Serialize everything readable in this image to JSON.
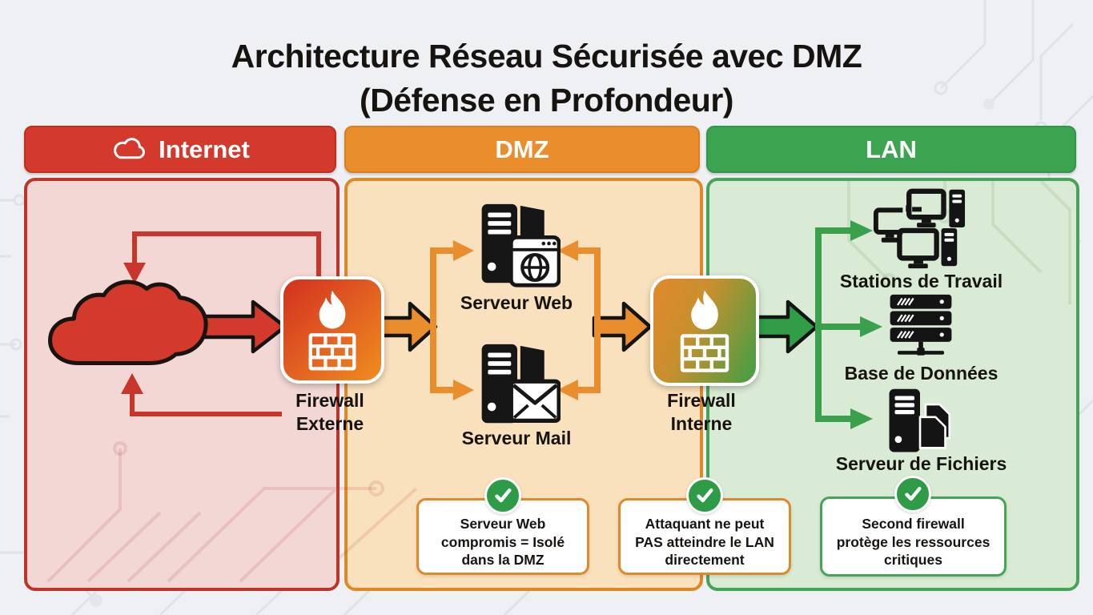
{
  "title": {
    "line1": "Architecture Réseau Sécurisée avec DMZ",
    "line2": "(Défense en Profondeur)"
  },
  "zones": {
    "internet": {
      "label": "Internet",
      "header_color": "#d43a2c",
      "fill": "#f2d7d4",
      "border": "#be3528"
    },
    "dmz": {
      "label": "DMZ",
      "header_color": "#e98d2d",
      "fill": "#fae1bd",
      "border": "#de8828"
    },
    "lan": {
      "label": "LAN",
      "header_color": "#3ca350",
      "fill": "#d9ebd5",
      "border": "#46a456"
    }
  },
  "nodes": {
    "cloud_internet": {
      "icon": "cloud-icon"
    },
    "firewall_externe": {
      "label": "Firewall Externe",
      "icon": "firewall-icon"
    },
    "firewall_interne": {
      "label": "Firewall Interne",
      "icon": "firewall-icon"
    },
    "serveur_web": {
      "label": "Serveur Web",
      "icon": "web-server-icon"
    },
    "serveur_mail": {
      "label": "Serveur Mail",
      "icon": "mail-server-icon"
    },
    "stations_travail": {
      "label": "Stations de Travail",
      "icon": "workstations-icon"
    },
    "base_donnees": {
      "label": "Base de Données",
      "icon": "database-icon"
    },
    "serveur_fichiers": {
      "label": "Serveur de Fichiers",
      "icon": "file-server-icon"
    }
  },
  "callouts": [
    {
      "icon": "check-icon",
      "lines": [
        "Serveur Web",
        "compromis = Isolé",
        "dans la DMZ"
      ]
    },
    {
      "icon": "check-icon",
      "lines": [
        "Attaquant ne peut",
        "PAS atteindre le LAN",
        "directement"
      ]
    },
    {
      "icon": "check-icon",
      "lines": [
        "Second firewall",
        "protège les ressources",
        "critiques"
      ]
    }
  ],
  "colors": {
    "internet_red": "#d43a2c",
    "dmz_orange": "#e98d2d",
    "lan_green": "#3aa04c",
    "check_green": "#2e9c46",
    "arrow_outline": "#141414"
  }
}
